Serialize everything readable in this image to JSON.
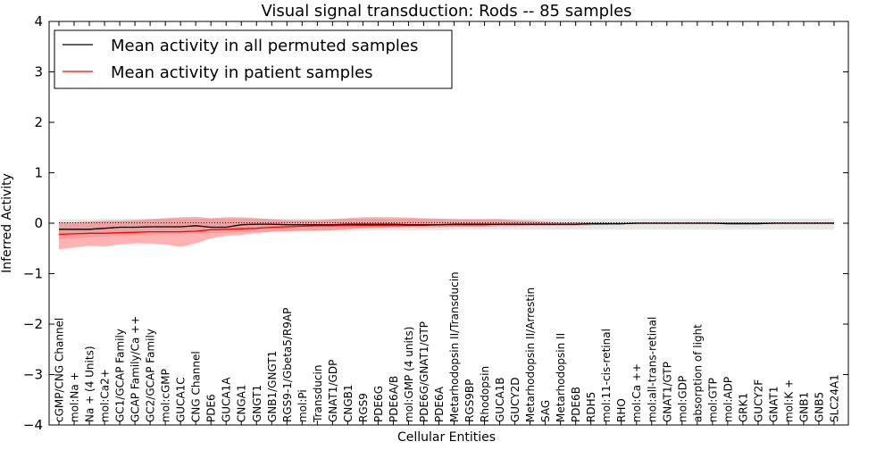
{
  "chart_data": {
    "type": "line",
    "title": "Visual signal transduction: Rods -- 85 samples",
    "xlabel": "Cellular Entities",
    "ylabel": "Inferred Activity",
    "ylim": [
      -4,
      4
    ],
    "yticks": [
      "4",
      "3",
      "2",
      "1",
      "0",
      "−1",
      "−2",
      "−3",
      "−4"
    ],
    "grid": false,
    "legend_position": "top-left",
    "categories": [
      "cGMP/CNG Channel",
      "mol:Na +",
      "Na + (4 Units)",
      "mol:Ca2+",
      "GC1/GCAP Family",
      "GCAP Family/Ca ++",
      "GC2/GCAP Family",
      "mol:cGMP",
      "GUCA1C",
      "CNG Channel",
      "PDE6",
      "GUCA1A",
      "CNGA1",
      "GNGT1",
      "GNB1/GNGT1",
      "RGS9-1/Gbeta5/R9AP",
      "mol:Pi",
      "Transducin",
      "GNAT1/GDP",
      "CNGB1",
      "RGS9",
      "PDE6G",
      "PDE6A/B",
      "mol:GMP (4 units)",
      "PDE6G/GNAT1/GTP",
      "PDE6A",
      "Metarhodopsin II/Transducin",
      "RGS9BP",
      "Rhodopsin",
      "GUCA1B",
      "GUCY2D",
      "Metarhodopsin II/Arrestin",
      "SAG",
      "Metarhodopsin II",
      "PDE6B",
      "RDH5",
      "mol:11-cis-retinal",
      "RHO",
      "mol:Ca ++",
      "mol:all-trans-retinal",
      "GNAT1/GTP",
      "mol:GDP",
      "absorption of light",
      "mol:GTP",
      "mol:ADP",
      "GRK1",
      "GUCY2F",
      "GNAT1",
      "mol:K +",
      "GNB1",
      "GNB5",
      "SLC24A1"
    ],
    "series": [
      {
        "name": "Mean activity in all permuted samples",
        "color": "#000000",
        "values": [
          -0.12,
          -0.12,
          -0.12,
          -0.1,
          -0.08,
          -0.08,
          -0.07,
          -0.07,
          -0.07,
          -0.05,
          -0.08,
          -0.08,
          -0.03,
          -0.02,
          -0.02,
          -0.03,
          -0.03,
          -0.03,
          -0.03,
          -0.02,
          -0.02,
          -0.02,
          -0.02,
          -0.03,
          -0.03,
          -0.03,
          -0.02,
          -0.02,
          -0.02,
          -0.02,
          -0.02,
          -0.02,
          -0.02,
          -0.02,
          -0.02,
          -0.01,
          -0.01,
          -0.01,
          0.0,
          0.0,
          0.0,
          0.0,
          0.0,
          0.0,
          -0.01,
          -0.01,
          -0.01,
          0.0,
          0.0,
          0.0,
          0.0,
          0.0
        ],
        "band_low": [
          -0.32,
          -0.3,
          -0.28,
          -0.27,
          -0.25,
          -0.24,
          -0.23,
          -0.22,
          -0.22,
          -0.21,
          -0.2,
          -0.2,
          -0.18,
          -0.17,
          -0.17,
          -0.16,
          -0.16,
          -0.15,
          -0.15,
          -0.15,
          -0.15,
          -0.14,
          -0.14,
          -0.14,
          -0.14,
          -0.14,
          -0.13,
          -0.13,
          -0.13,
          -0.13,
          -0.13,
          -0.13,
          -0.13,
          -0.13,
          -0.13,
          -0.13,
          -0.13,
          -0.13,
          -0.13,
          -0.13,
          -0.13,
          -0.13,
          -0.13,
          -0.13,
          -0.13,
          -0.13,
          -0.13,
          -0.13,
          -0.13,
          -0.13,
          -0.13,
          -0.13
        ],
        "band_high": [
          0.08,
          0.08,
          0.08,
          0.09,
          0.09,
          0.09,
          0.09,
          0.09,
          0.09,
          0.09,
          0.09,
          0.09,
          0.09,
          0.09,
          0.09,
          0.09,
          0.09,
          0.09,
          0.09,
          0.09,
          0.09,
          0.09,
          0.09,
          0.09,
          0.09,
          0.09,
          0.09,
          0.09,
          0.09,
          0.09,
          0.09,
          0.09,
          0.09,
          0.09,
          0.09,
          0.09,
          0.09,
          0.09,
          0.09,
          0.09,
          0.09,
          0.09,
          0.09,
          0.09,
          0.09,
          0.09,
          0.09,
          0.09,
          0.09,
          0.09,
          0.09,
          0.09
        ]
      },
      {
        "name": "Mean activity in patient samples",
        "color": "#ff0000",
        "values": [
          -0.22,
          -0.21,
          -0.2,
          -0.2,
          -0.19,
          -0.18,
          -0.17,
          -0.17,
          -0.17,
          -0.16,
          -0.13,
          -0.12,
          -0.11,
          -0.1,
          -0.08,
          -0.07,
          -0.06,
          -0.05,
          -0.05,
          -0.04,
          -0.04,
          -0.04,
          -0.04,
          -0.04,
          -0.04,
          -0.03,
          -0.03,
          -0.03,
          -0.03,
          -0.02,
          -0.02,
          -0.02,
          -0.02,
          -0.02,
          -0.02,
          -0.01,
          -0.01,
          -0.01,
          0.0,
          0.0,
          0.0,
          0.0,
          0.0,
          0.0,
          0.0,
          0.0,
          0.0,
          0.0,
          0.0,
          0.0,
          0.0,
          0.0
        ],
        "band_low": [
          -0.52,
          -0.48,
          -0.45,
          -0.46,
          -0.42,
          -0.4,
          -0.4,
          -0.42,
          -0.47,
          -0.4,
          -0.3,
          -0.25,
          -0.23,
          -0.2,
          -0.17,
          -0.16,
          -0.15,
          -0.15,
          -0.14,
          -0.12,
          -0.1,
          -0.09,
          -0.08,
          -0.08,
          -0.08,
          -0.08,
          -0.07,
          -0.07,
          -0.07,
          -0.06,
          -0.06,
          -0.05,
          -0.05,
          -0.05,
          -0.05,
          -0.04,
          -0.03,
          -0.02,
          -0.01,
          -0.01,
          -0.01,
          -0.01,
          -0.01,
          -0.01,
          -0.01,
          -0.01,
          -0.01,
          -0.01,
          -0.01,
          -0.01,
          -0.01,
          -0.01
        ],
        "band_high": [
          0.02,
          0.02,
          0.03,
          0.05,
          0.05,
          0.06,
          0.08,
          0.1,
          0.12,
          0.13,
          0.1,
          0.12,
          0.12,
          0.1,
          0.08,
          0.06,
          0.06,
          0.06,
          0.08,
          0.1,
          0.12,
          0.12,
          0.12,
          0.11,
          0.1,
          0.09,
          0.08,
          0.08,
          0.08,
          0.08,
          0.06,
          0.05,
          0.03,
          0.02,
          0.02,
          0.02,
          0.02,
          0.01,
          0.01,
          0.01,
          0.01,
          0.01,
          0.01,
          0.01,
          0.01,
          0.01,
          0.01,
          0.01,
          0.01,
          0.01,
          0.01,
          0.01
        ]
      }
    ]
  }
}
